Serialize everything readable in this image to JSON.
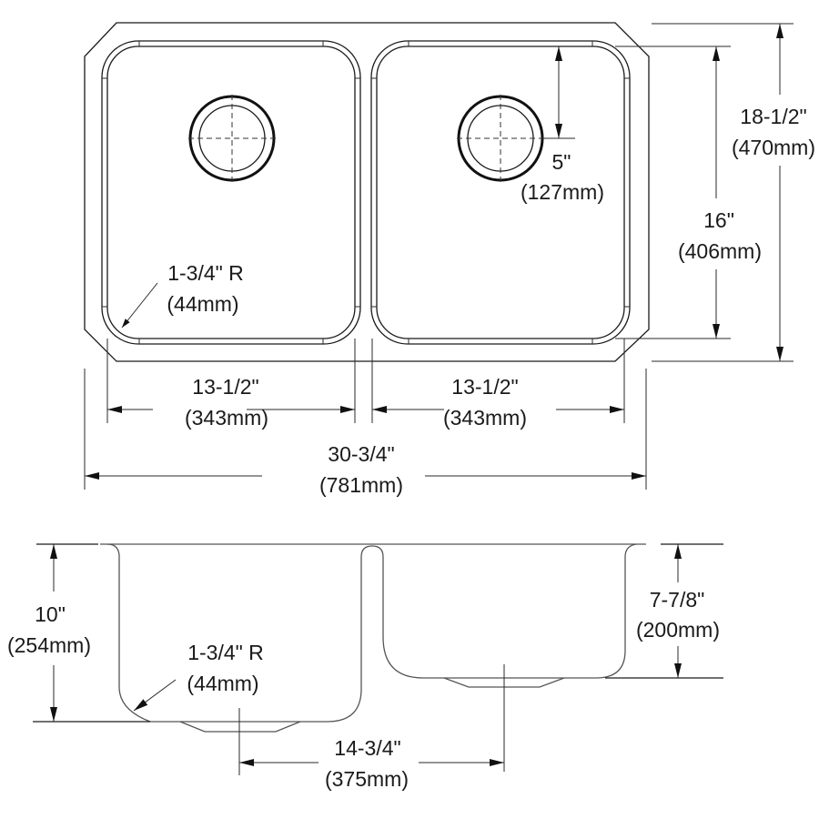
{
  "drawing": {
    "subject": "Double bowl undermount sink dimension drawing",
    "views": [
      "top",
      "front"
    ],
    "line_color": "#1a1a1a",
    "background": "#ffffff"
  },
  "top_view": {
    "corner_radius": {
      "imperial": "1-3/4\" R",
      "metric": "(44mm)"
    },
    "drain_offset": {
      "imperial": "5\"",
      "metric": "(127mm)"
    },
    "bowl_depth_inside": {
      "imperial": "16\"",
      "metric": "(406mm)"
    },
    "overall_depth": {
      "imperial": "18-1/2\"",
      "metric": "(470mm)"
    },
    "left_bowl_width": {
      "imperial": "13-1/2\"",
      "metric": "(343mm)"
    },
    "right_bowl_width": {
      "imperial": "13-1/2\"",
      "metric": "(343mm)"
    },
    "overall_width": {
      "imperial": "30-3/4\"",
      "metric": "(781mm)"
    }
  },
  "front_view": {
    "left_bowl_depth": {
      "imperial": "10\"",
      "metric": "(254mm)"
    },
    "bottom_radius": {
      "imperial": "1-3/4\" R",
      "metric": "(44mm)"
    },
    "right_bowl_depth": {
      "imperial": "7-7/8\"",
      "metric": "(200mm)"
    },
    "drain_center_spacing": {
      "imperial": "14-3/4\"",
      "metric": "(375mm)"
    }
  }
}
